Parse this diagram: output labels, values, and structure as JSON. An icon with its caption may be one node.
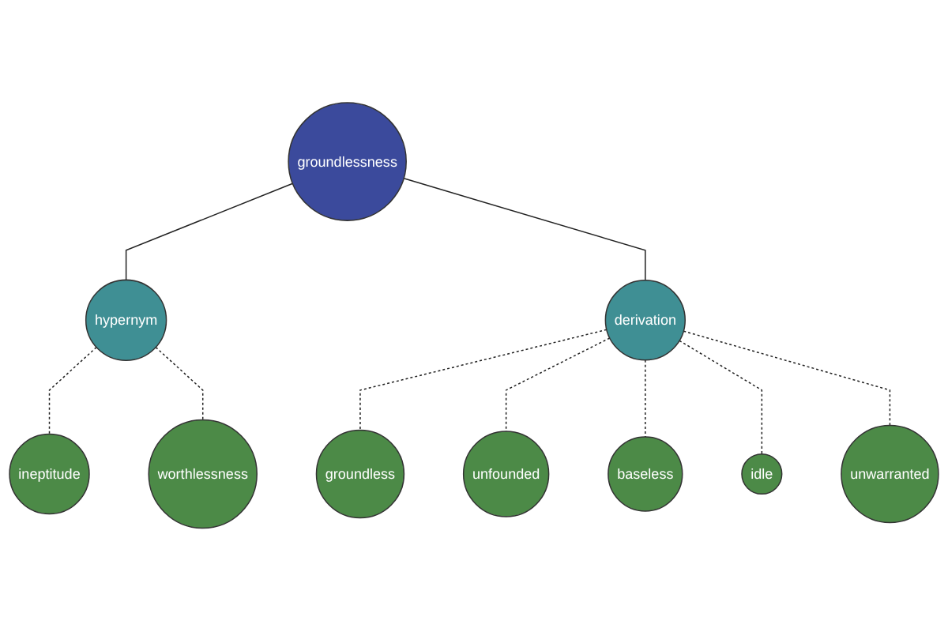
{
  "diagram": {
    "nodes": [
      {
        "text": [
          "groundlessness"
        ]
      },
      {
        "text": [
          "hypernym"
        ]
      },
      {
        "text": [
          "ineptitude"
        ]
      },
      {
        "text": [
          "worthlessness"
        ]
      },
      {
        "text": [
          "derivation"
        ]
      },
      {
        "text": [
          "groundless"
        ]
      },
      {
        "text": [
          "unfounded"
        ]
      },
      {
        "text": [
          "baseless"
        ]
      },
      {
        "text": [
          "idle"
        ]
      },
      {
        "text": [
          "unwarranted"
        ]
      }
    ],
    "edges": [
      {
        "from": 0,
        "to": 1,
        "arrow": "none"
      },
      {
        "from": 0,
        "to": 4,
        "arrow": "none"
      },
      {
        "from": 1,
        "to": 2,
        "arrow": "none",
        "style": "dashed"
      },
      {
        "from": 1,
        "to": 3,
        "arrow": "none",
        "style": "dashed"
      },
      {
        "from": 4,
        "to": 5,
        "arrow": "none",
        "style": "dashed"
      },
      {
        "from": 4,
        "to": 6,
        "arrow": "none",
        "style": "dashed"
      },
      {
        "from": 4,
        "to": 7,
        "arrow": "none",
        "style": "dashed"
      },
      {
        "from": 4,
        "to": 8,
        "arrow": "none",
        "style": "dashed"
      },
      {
        "from": 4,
        "to": 9,
        "arrow": "none",
        "style": "dashed"
      }
    ]
  }
}
